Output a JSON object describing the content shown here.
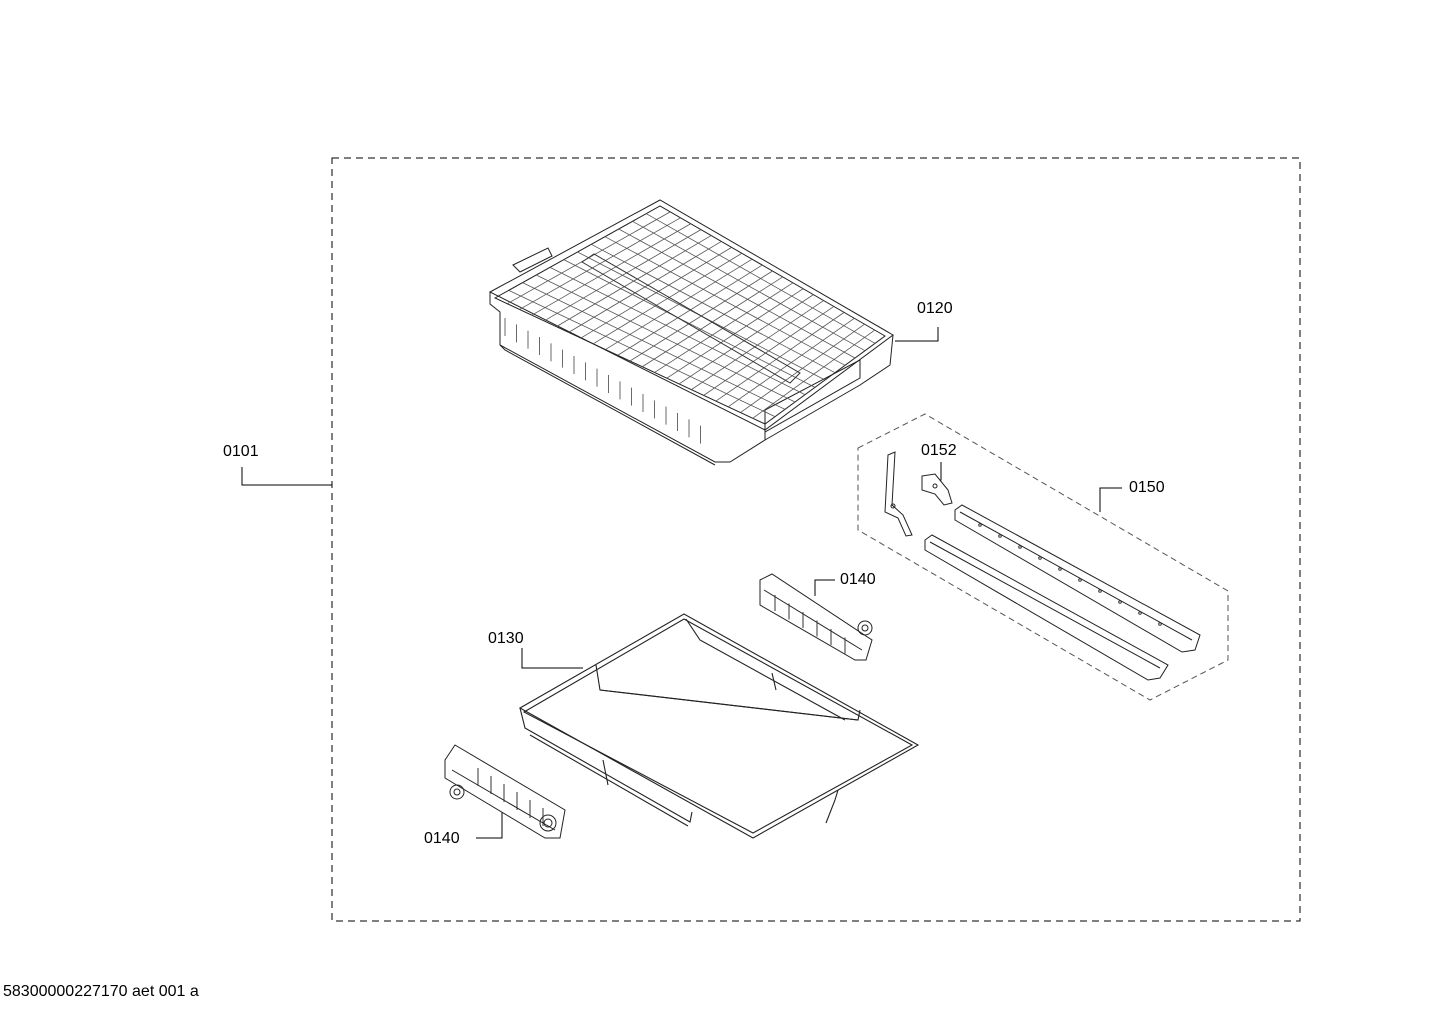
{
  "diagram": {
    "callouts": {
      "assembly": "0101",
      "cutlery_tray": "0120",
      "fitting": "0152",
      "rail_set": "0150",
      "clip_right": "0140",
      "wire_frame": "0130",
      "clip_left": "0140"
    }
  },
  "footer": {
    "doc_code": "58300000227170 aet 001 a"
  }
}
